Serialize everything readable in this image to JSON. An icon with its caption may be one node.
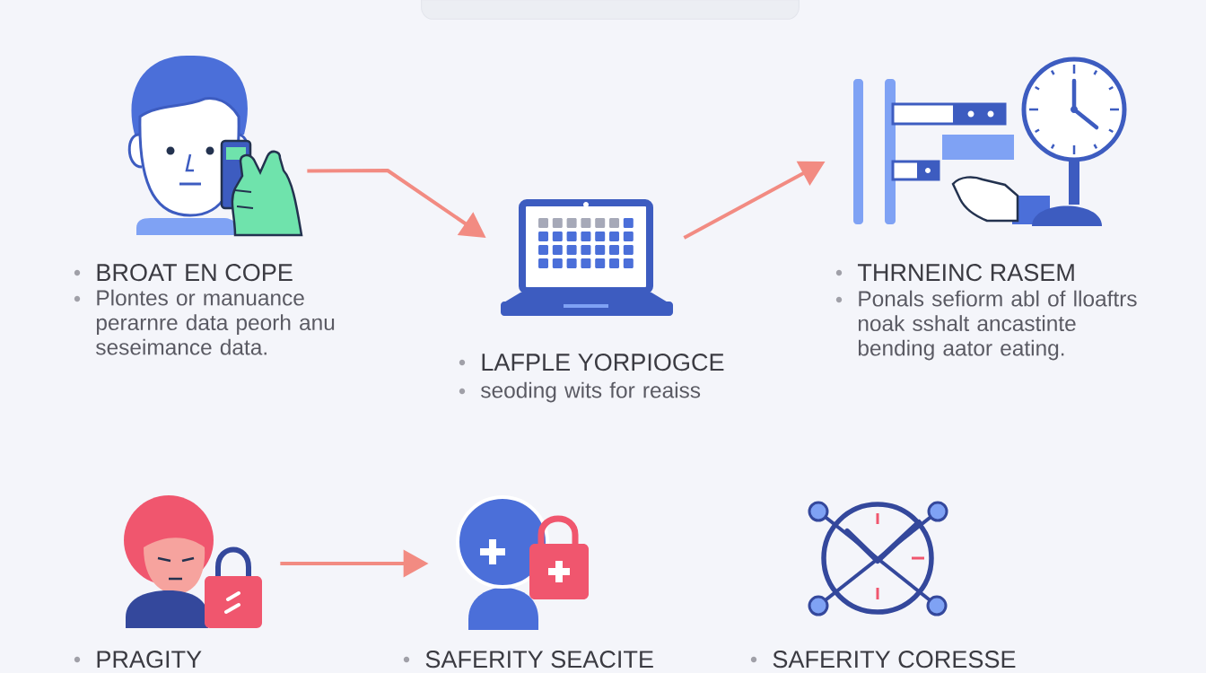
{
  "diagram": {
    "nodes": [
      {
        "text": [],
        "shape": "box"
      },
      {
        "text": [],
        "shape": "picture",
        "beside": [
          "BROAT EN COPE",
          "Plontes or manuance perarnre data peorh anu seseimance data."
        ]
      },
      {
        "text": [],
        "shape": "picture",
        "beside": [
          "LAFPLE YORPIOGCE",
          "seoding wits for reaiss"
        ]
      },
      {
        "text": [],
        "shape": "picture",
        "beside": [
          "THRNEINC RASEM",
          "Ponals sefiorm abl of lloaftrs noak sshalt ancastinte bending aator eating."
        ]
      },
      {
        "text": [],
        "shape": "picture",
        "beside": [
          "PRAGITY"
        ]
      },
      {
        "text": [],
        "shape": "picture",
        "beside": [
          "SAFERITY SEACITE"
        ]
      },
      {
        "text": [],
        "shape": "picture",
        "beside": [
          "SAFERITY CORESSE"
        ]
      }
    ],
    "edges": [
      {
        "from": 1,
        "to": 2,
        "arrow": "to"
      },
      {
        "from": 2,
        "to": 3,
        "arrow": "to"
      },
      {
        "from": 4,
        "to": 5,
        "arrow": "to"
      }
    ]
  }
}
